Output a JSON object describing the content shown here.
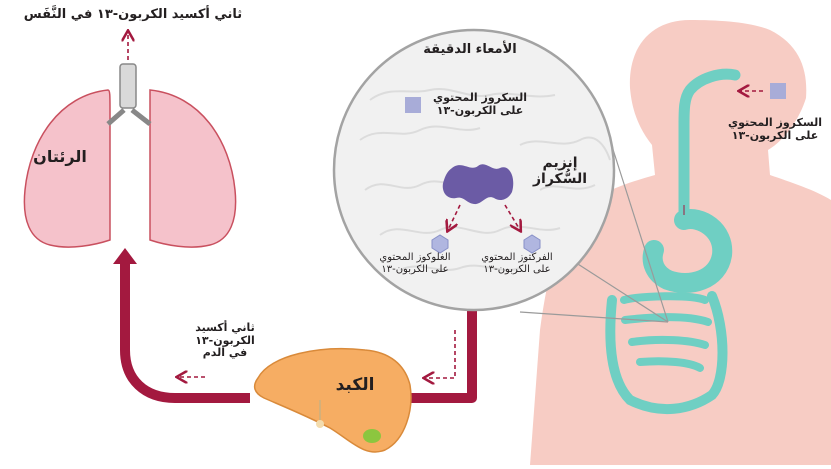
{
  "breath_label": "ثاني أكسيد الكربون-١٣ في النَّفَس",
  "lungs_label": "الرئتان",
  "liver_label": "الكبد",
  "small_intestine_label": "الأمعاء الدقيقة",
  "sucrose_inside": {
    "line1": "السكروز المحتوي",
    "line2": "على الكربون-١٣"
  },
  "enzyme": {
    "line1": "إنزيم",
    "line2": "السُّكراز"
  },
  "glucose": {
    "line1": "الغلوكوز المحتوي",
    "line2": "على الكربون-١٣"
  },
  "fructose": {
    "line1": "الفركتوز المحتوي",
    "line2": "على الكربون-١٣"
  },
  "sucrose_input": {
    "line1": "السكروز المحتوي",
    "line2": "على الكربون-١٣"
  },
  "blood_co2": {
    "line1": "ثاني أكسيد",
    "line2": "الكربون-١٣",
    "line3": "في الدم"
  },
  "colors": {
    "body_fill": "#f7ccc4",
    "lung_fill": "#f5c2cb",
    "lung_stroke": "#c9505f",
    "pathway": "#a3193f",
    "digestive_tract": "#6fcfc3",
    "liver_fill": "#f6ad63",
    "gallbladder": "#8cc63f",
    "enzyme": "#6b5ba5",
    "sugar_marker": "#a8acd8",
    "arrow_dashed": "#a3193f"
  }
}
